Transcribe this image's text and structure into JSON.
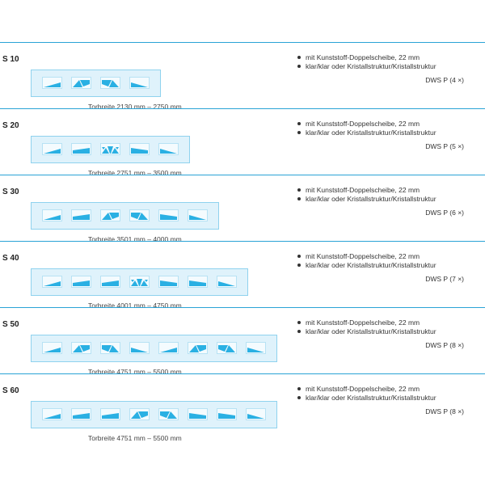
{
  "accent_color": "#2aa3d6",
  "glass_color": "#2ab0e3",
  "rows": [
    {
      "code": "S 10",
      "width_label": "Torbreite 2130 mm – 2750 mm",
      "features": [
        "mit Kunststoff-Doppelscheibe, 22 mm",
        "klar/klar oder Kristallstruktur/Kristallstruktur"
      ],
      "dws": "DWS P (4 ×)",
      "windows": [
        "wedge-left",
        "burst-left",
        "burst-right",
        "wedge-right"
      ]
    },
    {
      "code": "S 20",
      "width_label": "Torbreite 2751 mm – 3500 mm",
      "features": [
        "mit Kunststoff-Doppelscheibe, 22 mm",
        "klar/klar oder Kristallstruktur/Kristallstruktur"
      ],
      "dws": "DWS P (5 ×)",
      "windows": [
        "wedge-left",
        "band-left",
        "sunburst",
        "band-right",
        "wedge-right"
      ]
    },
    {
      "code": "S 30",
      "width_label": "Torbreite 3501 mm – 4000 mm",
      "features": [
        "mit Kunststoff-Doppelscheibe, 22 mm",
        "klar/klar oder Kristallstruktur/Kristallstruktur"
      ],
      "dws": "DWS P (6 ×)",
      "windows": [
        "wedge-left",
        "band-left",
        "burst-left",
        "burst-right",
        "band-right",
        "wedge-right"
      ]
    },
    {
      "code": "S 40",
      "width_label": "Torbreite 4001 mm – 4750 mm",
      "features": [
        "mit Kunststoff-Doppelscheibe, 22 mm",
        "klar/klar oder Kristallstruktur/Kristallstruktur"
      ],
      "dws": "DWS P (7 ×)",
      "windows": [
        "wedge-left",
        "band-left",
        "band-left",
        "sunburst",
        "band-right",
        "band-right",
        "wedge-right"
      ]
    },
    {
      "code": "S 50",
      "width_label": "Torbreite 4751 mm – 5500 mm",
      "features": [
        "mit Kunststoff-Doppelscheibe, 22 mm",
        "klar/klar oder Kristallstruktur/Kristallstruktur"
      ],
      "dws": "DWS P (8 ×)",
      "windows": [
        "wedge-left",
        "burst-left",
        "burst-right",
        "wedge-right",
        "wedge-left",
        "burst-left",
        "burst-right",
        "wedge-right"
      ]
    },
    {
      "code": "S 60",
      "width_label": "Torbreite 4751 mm – 5500 mm",
      "features": [
        "mit Kunststoff-Doppelscheibe, 22 mm",
        "klar/klar oder Kristallstruktur/Kristallstruktur"
      ],
      "dws": "DWS P (8 ×)",
      "windows": [
        "wedge-left",
        "band-left",
        "band-left",
        "burst-left",
        "burst-right",
        "band-right",
        "band-right",
        "wedge-right"
      ]
    }
  ]
}
